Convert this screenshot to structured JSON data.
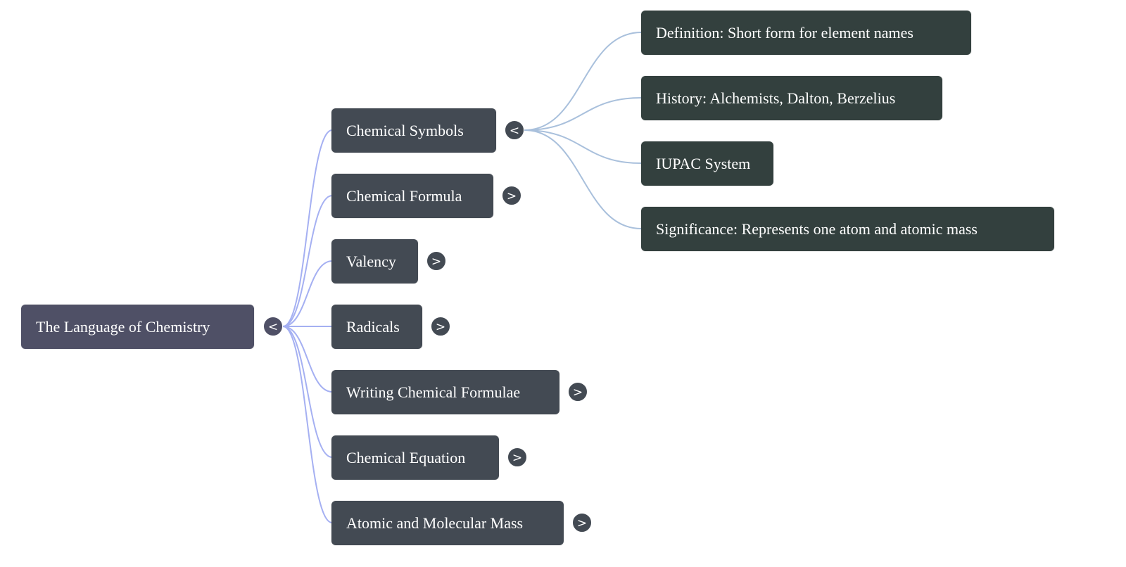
{
  "colors": {
    "root_node": "#4f5066",
    "level1_node": "#434a53",
    "level2_node": "#33403e",
    "root_links": "#a5b0f2",
    "level2_links": "#a9c0dc",
    "text": "#ffffff"
  },
  "root": {
    "label": "The Language of Chemistry",
    "toggle_icon": "<",
    "toggle_state": "expanded"
  },
  "children": [
    {
      "label": "Chemical Symbols",
      "toggle_icon": "<",
      "toggle_state": "expanded",
      "children": [
        {
          "label": "Definition: Short form for element names"
        },
        {
          "label": "History: Alchemists, Dalton, Berzelius"
        },
        {
          "label": "IUPAC System"
        },
        {
          "label": "Significance: Represents one atom and atomic mass"
        }
      ]
    },
    {
      "label": "Chemical Formula",
      "toggle_icon": ">",
      "toggle_state": "collapsed"
    },
    {
      "label": "Valency",
      "toggle_icon": ">",
      "toggle_state": "collapsed"
    },
    {
      "label": "Radicals",
      "toggle_icon": ">",
      "toggle_state": "collapsed"
    },
    {
      "label": "Writing Chemical Formulae",
      "toggle_icon": ">",
      "toggle_state": "collapsed"
    },
    {
      "label": "Chemical Equation",
      "toggle_icon": ">",
      "toggle_state": "collapsed"
    },
    {
      "label": "Atomic and Molecular Mass",
      "toggle_icon": ">",
      "toggle_state": "collapsed"
    }
  ]
}
